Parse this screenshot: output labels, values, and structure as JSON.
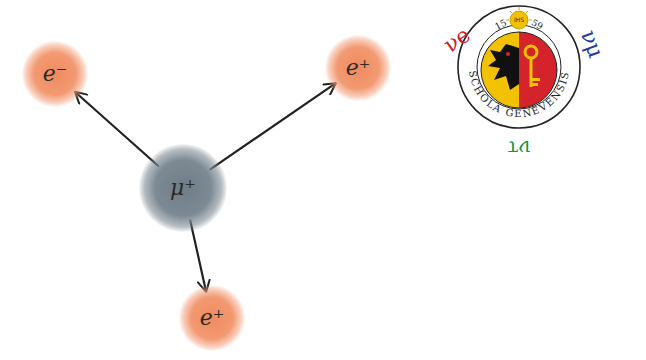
{
  "diagram": {
    "nodes": [
      {
        "text": [
          "μ⁺"
        ]
      },
      {
        "text": [
          "e⁻"
        ]
      },
      {
        "text": [
          "e⁺"
        ]
      },
      {
        "text": [
          "e⁺"
        ]
      }
    ],
    "edges": [
      {
        "from": 0,
        "to": 1,
        "arrow": "to"
      },
      {
        "from": 0,
        "to": 2,
        "arrow": "to"
      },
      {
        "from": 0,
        "to": 3,
        "arrow": "to"
      }
    ],
    "labels": [
      "νe",
      "νμ",
      "ντ",
      "15",
      "59",
      "IHS",
      "SCHOLA GENEVENSIS"
    ]
  }
}
